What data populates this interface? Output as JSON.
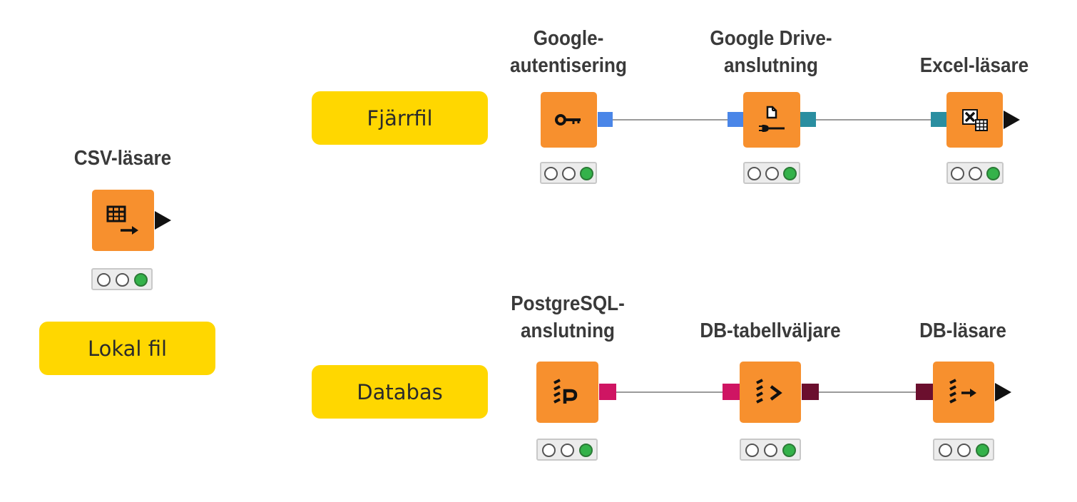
{
  "annotations": {
    "local": "Lokal fil",
    "remote": "Fjärrfil",
    "database": "Databas"
  },
  "nodes": {
    "csv_reader": {
      "title": "CSV-läsare",
      "icon": "table-arrow-icon",
      "status": [
        "off",
        "off",
        "green"
      ]
    },
    "google_auth": {
      "title_line1": "Google-",
      "title_line2": "autentisering",
      "icon": "key-icon",
      "status": [
        "off",
        "off",
        "green"
      ]
    },
    "google_drive": {
      "title_line1": "Google Drive-",
      "title_line2": "anslutning",
      "icon": "file-plug-icon",
      "status": [
        "off",
        "off",
        "green"
      ]
    },
    "excel_reader": {
      "title": "Excel-läsare",
      "icon": "excel-table-icon",
      "status": [
        "off",
        "off",
        "green"
      ]
    },
    "postgres": {
      "title_line1": "PostgreSQL-",
      "title_line2": "anslutning",
      "icon": "db-p-icon",
      "status": [
        "off",
        "off",
        "green"
      ]
    },
    "db_table_selector": {
      "title": "DB-tabellväljare",
      "icon": "db-chevron-icon",
      "status": [
        "off",
        "off",
        "green"
      ]
    },
    "db_reader": {
      "title": "DB-läsare",
      "icon": "db-arrow-icon",
      "status": [
        "off",
        "off",
        "green"
      ]
    }
  },
  "colors": {
    "node": "#f7902e",
    "annotation": "#ffd700",
    "google_port": "#4a86e8",
    "file_port": "#2a8ea0",
    "db_conn_port": "#cf1563",
    "db_data_port": "#6b0f2e",
    "table_port": "#111111",
    "status_green": "#34b24a"
  }
}
